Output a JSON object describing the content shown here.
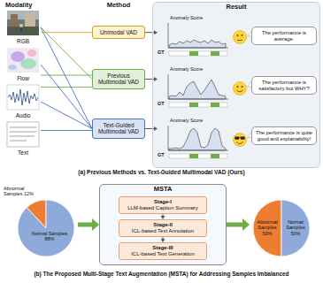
{
  "diagram": {
    "nodes": [
      {
        "text": [
          "RGB"
        ]
      },
      {
        "text": [
          "Flow"
        ]
      },
      {
        "text": [
          "Audio"
        ]
      },
      {
        "text": [
          "Text"
        ]
      },
      {
        "text": [
          "Unimodal VAD"
        ]
      },
      {
        "text": [
          "Previous Multimodal VAD"
        ]
      },
      {
        "text": [
          "Text-Guided Multimodal VAD"
        ]
      },
      {
        "text": [
          "Result"
        ]
      },
      {
        "text": [
          "Anomaly Score",
          "GT"
        ],
        "in": 7
      },
      {
        "text": [
          "Anomaly Score",
          "GT"
        ],
        "in": 7
      },
      {
        "text": [
          "Anomaly Score",
          "GT"
        ],
        "in": 7
      },
      {
        "text": [
          "The performance is average."
        ],
        "in": 7
      },
      {
        "text": [
          "The performance is satisfactory but WHY?"
        ],
        "in": 7
      },
      {
        "text": [
          "The performance is quite good and explainability!"
        ],
        "in": 7
      },
      {
        "text": [
          "Abnormal Samples 12%",
          "Normal Samples 88%"
        ]
      },
      {
        "text": [
          "MSTA"
        ]
      },
      {
        "text": [
          "Stage-I",
          "LLM-based Caption Summary"
        ],
        "in": 15
      },
      {
        "text": [
          "Stage-II",
          "ICL-based Text Annotation"
        ],
        "in": 15
      },
      {
        "text": [
          "Stage-III",
          "ICL-based Text Generation"
        ],
        "in": 15
      },
      {
        "text": [
          "Abnormal Samples 50%",
          "Normal Samples 50%"
        ]
      }
    ],
    "edges": [
      {
        "from": 0,
        "to": 4,
        "arrow": "none"
      },
      {
        "from": 0,
        "to": 5,
        "arrow": "none"
      },
      {
        "from": 1,
        "to": 5,
        "arrow": "none"
      },
      {
        "from": 2,
        "to": 5,
        "arrow": "none"
      },
      {
        "from": 0,
        "to": 6,
        "arrow": "none"
      },
      {
        "from": 1,
        "to": 6,
        "arrow": "none"
      },
      {
        "from": 2,
        "to": 6,
        "arrow": "none"
      },
      {
        "from": 3,
        "to": 6,
        "arrow": "none"
      },
      {
        "from": 4,
        "to": 8,
        "arrow": "to"
      },
      {
        "from": 5,
        "to": 9,
        "arrow": "to"
      },
      {
        "from": 6,
        "to": 10,
        "arrow": "to"
      },
      {
        "from": 14,
        "to": 15,
        "arrow": "to"
      },
      {
        "from": 16,
        "to": 17,
        "arrow": "to"
      },
      {
        "from": 17,
        "to": 18,
        "arrow": "to"
      },
      {
        "from": 15,
        "to": 19,
        "arrow": "to"
      }
    ],
    "labels": [
      "Modality",
      "Method",
      "(a) Previous Methods vs. Text-Guided Multimodal VAD (Ours)",
      "(b) The Proposed Multi-Stage Text Augmentation (MSTA) for Addressing Samples Imbalanced"
    ]
  }
}
